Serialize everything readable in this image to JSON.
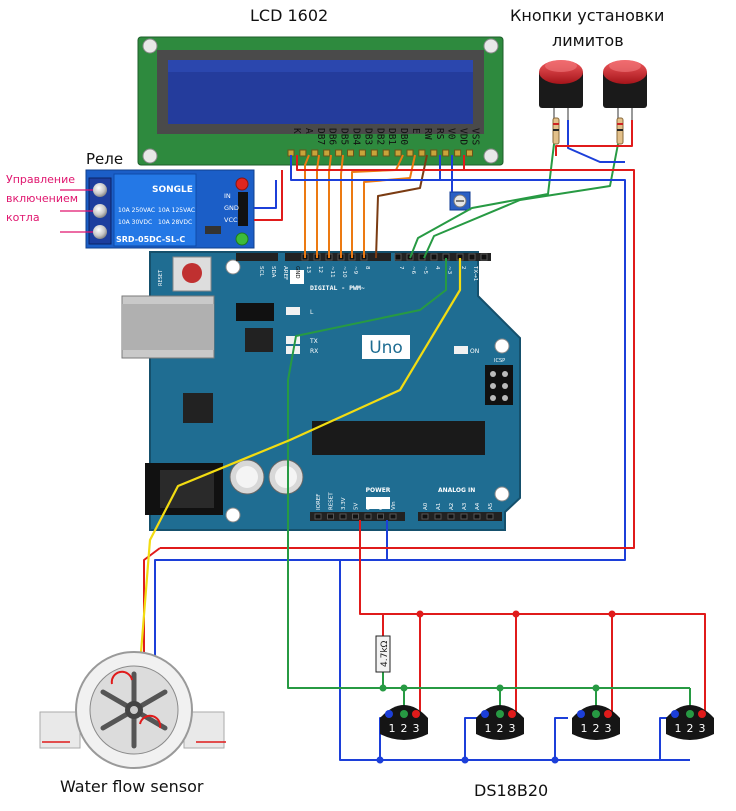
{
  "labels": {
    "lcd": "LCD 1602",
    "buttons": [
      "Кнопки установки",
      "лимитов"
    ],
    "relay": "Реле",
    "relay_control": [
      "Управление",
      "включением",
      "котла"
    ],
    "flow_sensor": "Water flow sensor",
    "ds18b20": "DS18B20",
    "resistor": "4.7kΩ"
  },
  "lcd_pins": [
    "K",
    "A",
    "DB7",
    "DB6",
    "DB5",
    "DB4",
    "DB3",
    "DB2",
    "DB1",
    "DB0",
    "E",
    "RW",
    "RS",
    "V0",
    "VDD",
    "VSS"
  ],
  "relay": {
    "brand": "SONGLE",
    "model": "SRD-05DC-SL-C",
    "ratings": [
      "10A 250VAC",
      "10A 30VDC",
      "10A 125VAC",
      "10A 28VDC"
    ],
    "pins": [
      "IN",
      "GND",
      "VCC"
    ]
  },
  "arduino": {
    "name": "Uno",
    "digital_label": "DIGITAL - PWM~",
    "digital_pins": [
      "13",
      "12",
      "~11",
      "~10",
      "~9",
      "8",
      "7",
      "~6",
      "~5",
      "4",
      "~3",
      "2",
      "TX→1",
      "RX←0"
    ],
    "top_left_pins": [
      "SCL",
      "SDA",
      "AREF",
      "GND"
    ],
    "power_label": "POWER",
    "power_pins": [
      "IOREF",
      "RESET",
      "3.3V",
      "5V",
      "GND",
      "GND",
      "Vin"
    ],
    "analog_label": "ANALOG IN",
    "analog_pins": [
      "A0",
      "A1",
      "A2",
      "A3",
      "A4",
      "A5"
    ],
    "reset": "RESET",
    "icsp": "ICSP",
    "on": "ON",
    "tx": "TX",
    "rx": "RX",
    "l": "L"
  },
  "sensor_pins": [
    "1",
    "2",
    "3"
  ],
  "colors": {
    "board": "#1f6d92",
    "board_edge": "#15506c",
    "header": "#222222",
    "lcd_frame": "#2e8a3e",
    "lcd_screen": "#243c9c",
    "relay_body": "#1b5ec7",
    "wire_red": "#e01b1b",
    "wire_blue": "#1c3fd9",
    "wire_green": "#279a43",
    "wire_orange": "#ec7a12",
    "wire_yellow": "#f2dc12",
    "wire_brown": "#7a3b12",
    "button_cap": "#d6252b"
  }
}
